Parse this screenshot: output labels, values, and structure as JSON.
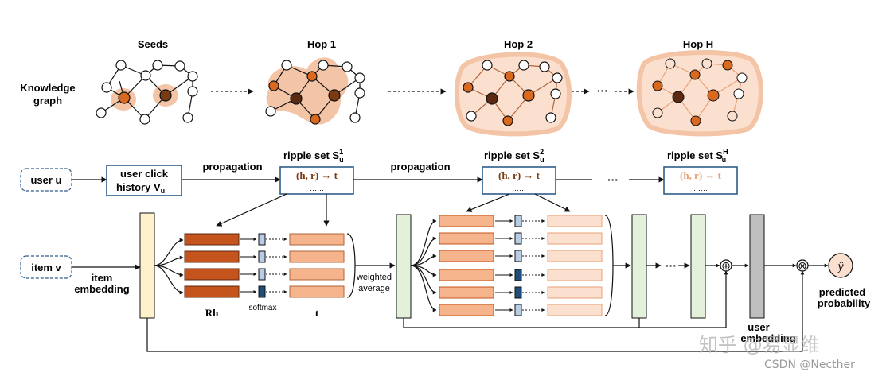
{
  "labels": {
    "seeds": "Seeds",
    "hop1": "Hop 1",
    "hop2": "Hop 2",
    "hopH": "Hop H",
    "knowledge_graph_1": "Knowledge",
    "knowledge_graph_2": "graph",
    "user_u": "user u",
    "item_v": "item v",
    "user_click_1": "user click",
    "user_click_2": "history V",
    "user_click_sub": "u",
    "propagation": "propagation",
    "ripple_set": "ripple set S",
    "ripple_1_sup": "1",
    "ripple_2_sup": "2",
    "ripple_H_sup": "H",
    "ripple_sub": "u",
    "hrt": "(h, r) → t",
    "dots_small": "……",
    "ellipsis": "···",
    "item_embedding_1": "item",
    "item_embedding_2": "embedding",
    "weighted_1": "weighted",
    "weighted_2": "average",
    "softmax": "softmax",
    "rh": "Rh",
    "t": "t",
    "user_embedding_1": "user",
    "user_embedding_2": "embedding",
    "y_hat": "ŷ",
    "predicted_1": "predicted",
    "predicted_2": "probability",
    "oplus": "⊕",
    "otimes": "⊗"
  },
  "watermark": {
    "zhihu": "知乎 @易显维",
    "csdn": "CSDN @Necther"
  },
  "colors": {
    "dark_brown": "#5c2a10",
    "rh_orange": "#c4541b",
    "t_peach": "#f6b48c",
    "t_light": "#fbe0cf",
    "halo": "#f3c4a6",
    "item_emb": "#fdf2c9",
    "green": "#e4f1da",
    "gray": "#bfbfbf",
    "box_border": "#2f5d8a",
    "softmax_light": "#b8cce4",
    "softmax_dark": "#1f4e79",
    "node_dark": "#7a3a12",
    "node_orange": "#d9691f"
  }
}
